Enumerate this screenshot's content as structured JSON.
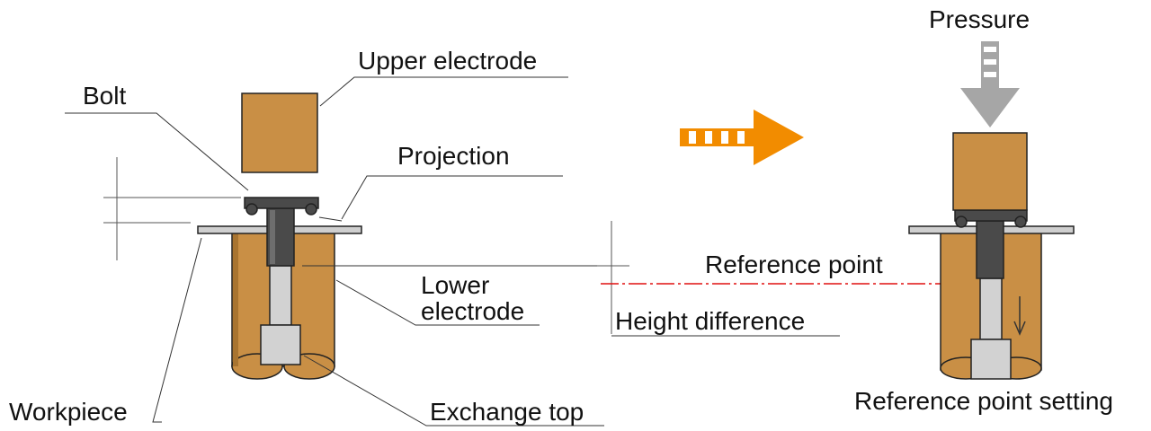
{
  "labels": {
    "upper_electrode": "Upper electrode",
    "bolt": "Bolt",
    "projection": "Projection",
    "lower_electrode_line1": "Lower",
    "lower_electrode_line2": "electrode",
    "workpiece": "Workpiece",
    "exchange_top": "Exchange top",
    "pressure": "Pressure",
    "reference_point": "Reference point",
    "height_difference": "Height difference",
    "reference_point_setting": "Reference point setting"
  },
  "colors": {
    "electrode": "#C98F45",
    "electrode_dark": "#A87430",
    "bolt": "#4A4A4A",
    "bolt_light": "#6E6E6E",
    "metal": "#D2D2D2",
    "workpiece": "#CFCFCF",
    "process_arrow": "#F28C00",
    "pressure_arrow": "#A6A6A6",
    "reference_line": "#E01010"
  },
  "icons": {
    "process_arrow": "striped-right-arrow",
    "pressure_arrow": "striped-down-arrow",
    "motion_arrow": "thin-down-arrow"
  }
}
